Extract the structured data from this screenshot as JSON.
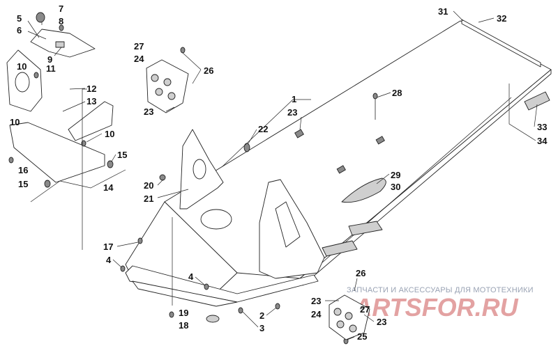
{
  "watermark": {
    "subtitle": "ЗАПЧАСТИ И АКСЕССУАРЫ ДЛЯ МОТОТЕХНИКИ",
    "logo": "PARTSFOR.RU"
  },
  "callouts": [
    "7",
    "5",
    "8",
    "6",
    "9",
    "10",
    "11",
    "12",
    "13",
    "10",
    "10",
    "15",
    "16",
    "15",
    "14",
    "27",
    "24",
    "26",
    "23",
    "1",
    "23",
    "28",
    "22",
    "31",
    "32",
    "33",
    "34",
    "29",
    "30",
    "20",
    "21",
    "17",
    "4",
    "4",
    "19",
    "18",
    "2",
    "3",
    "26",
    "23",
    "27",
    "24",
    "23",
    "25"
  ]
}
